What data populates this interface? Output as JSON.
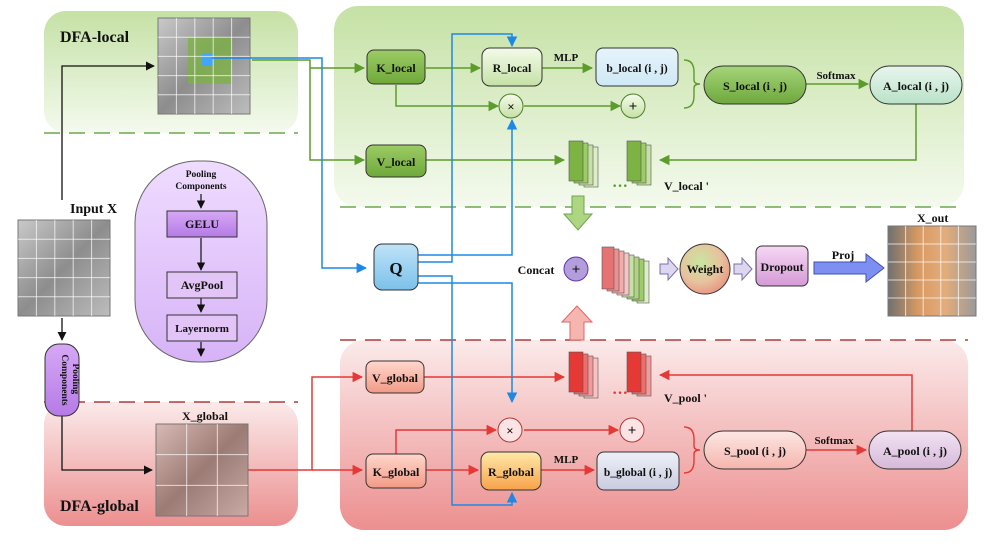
{
  "regions": {
    "dfa_local": "DFA-local",
    "dfa_global": "DFA-global"
  },
  "inputs": {
    "input_x": "Input X",
    "x_global": "X_global",
    "x_out": "X_out"
  },
  "pooling_panel": {
    "title_line1": "Pooling",
    "title_line2": "Components",
    "gelu": "GELU",
    "avgpool": "AvgPool",
    "layernorm": "Layernorm"
  },
  "pooling_pill": {
    "line1": "Pooling",
    "line2": "Components"
  },
  "local_branch": {
    "k_local": "K_local",
    "r_local": "R_local",
    "mlp": "MLP",
    "b_local": "b_local (i , j)",
    "s_local": "S_local (i , j)",
    "softmax": "Softmax",
    "a_local": "A_local (i , j)",
    "v_local": "V_local",
    "v_local_prime": "V_local '"
  },
  "global_branch": {
    "v_global": "V_global",
    "k_global": "K_global",
    "r_global": "R_global",
    "mlp": "MLP",
    "b_global": "b_global (i , j)",
    "s_pool": "S_pool (i , j)",
    "softmax": "Softmax",
    "a_pool": "A_pool (i , j)",
    "v_pool_prime": "V_pool '"
  },
  "center": {
    "q": "Q",
    "concat": "Concat",
    "weight": "Weight",
    "dropout": "Dropout",
    "proj": "Proj"
  },
  "symbols": {
    "times": "×",
    "plus": "+",
    "dots": "···"
  },
  "colors": {
    "local_fill": "#dcedc8",
    "local_node": "#8bc34a",
    "global_fill": "#f2b6b6",
    "global_node": "#f4a090",
    "q_blue": "#1e88e5",
    "pool_purple": "#c79bf2",
    "red_arrow": "#e53935",
    "green_arrow": "#5c9c2a"
  }
}
